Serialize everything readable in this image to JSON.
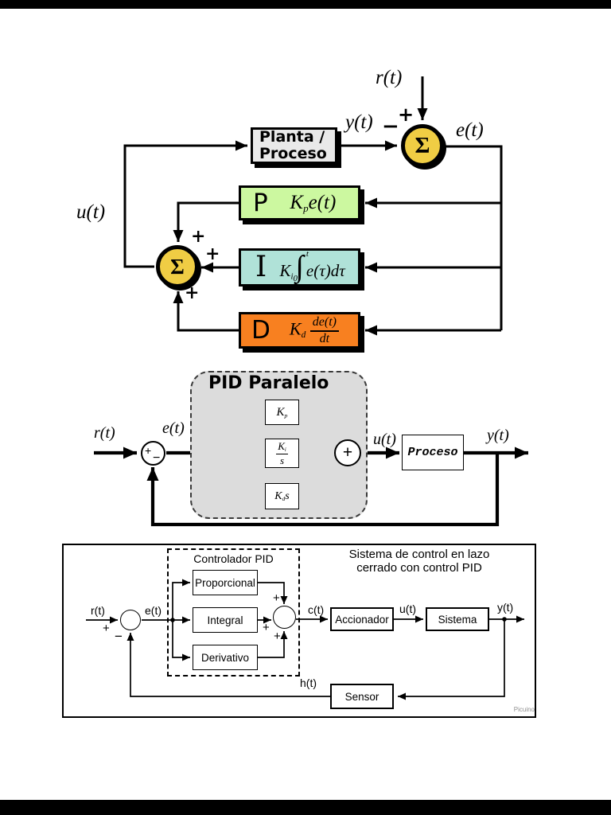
{
  "colors": {
    "page_bg": "#ffffff",
    "letterbox": "#000000",
    "sum_fill": "#f0cd44",
    "p_fill": "#ccf8a0",
    "i_fill": "#b0e2d8",
    "d_fill": "#f88020",
    "plant_fill": "#e9e9e9",
    "pid_box_fill": "#dcdcdc",
    "watermark_color": "#909090"
  },
  "d1": {
    "r": "r(t)",
    "y": "y(t)",
    "e": "e(t)",
    "u": "u(t)",
    "plus": "+",
    "minus": "−",
    "sigma": "Σ",
    "plant_line1": "Planta /",
    "plant_line2": "Proceso",
    "p_letter": "P",
    "i_letter": "I",
    "d_letter": "D",
    "K": "K",
    "p_sub": "p",
    "i_sub": "i",
    "d_sub": "d",
    "p_expr": "e(t)",
    "int_sign": "∫",
    "int_upper": "t",
    "int_lower": "0",
    "i_expr": "e(τ)dτ",
    "d_num": "de(t)",
    "d_den": "dt"
  },
  "d2": {
    "title": "PID Paralelo",
    "r": "r(t)",
    "e": "e(t)",
    "u": "u(t)",
    "y": "y(t)",
    "plus": "+",
    "minus": "−",
    "sum_plus": "+",
    "kp_K": "K",
    "kp_sub": "p",
    "ki_K": "K",
    "ki_sub": "i",
    "ki_den": "s",
    "kd_K": "K",
    "kd_sub": "d",
    "kd_s": "s",
    "process": "Proceso"
  },
  "d3": {
    "title1": "Sistema de control en lazo",
    "title2": "cerrado con control PID",
    "ctrl_title": "Controlador PID",
    "b_prop": "Proporcional",
    "b_int": "Integral",
    "b_der": "Derivativo",
    "b_act": "Accionador",
    "b_sys": "Sistema",
    "b_sen": "Sensor",
    "r": "r(t)",
    "e": "e(t)",
    "c": "c(t)",
    "u": "u(t)",
    "y": "y(t)",
    "h": "h(t)",
    "plus": "+",
    "minus": "−",
    "watermark": "Picuino"
  }
}
